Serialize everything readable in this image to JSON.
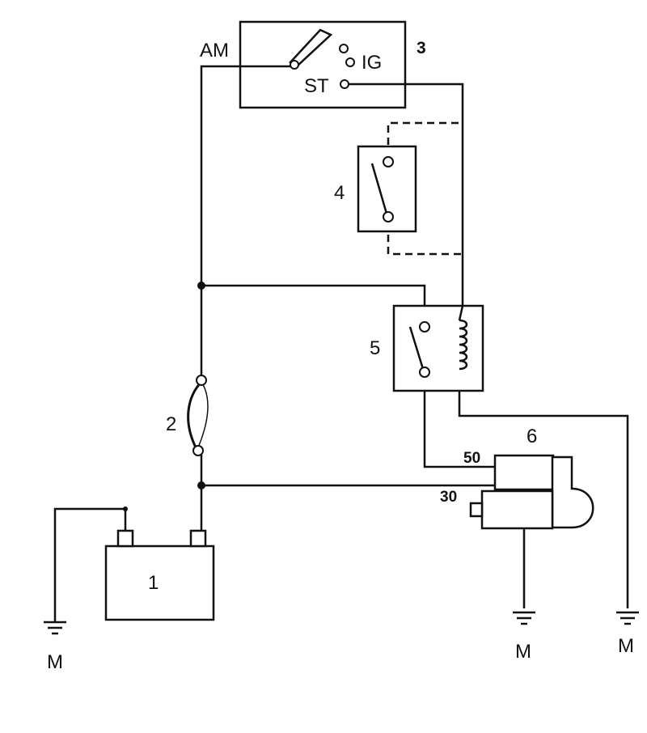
{
  "labels": {
    "battery": "1",
    "fuse": "2",
    "ignition_switch": "3",
    "clutch_switch": "4",
    "relay": "5",
    "starter": "6",
    "am": "AM",
    "ig": "IG",
    "st": "ST",
    "terminal_50": "50",
    "terminal_30": "30",
    "ground_battery": "M",
    "ground_starter": "M",
    "ground_relay": "M"
  }
}
